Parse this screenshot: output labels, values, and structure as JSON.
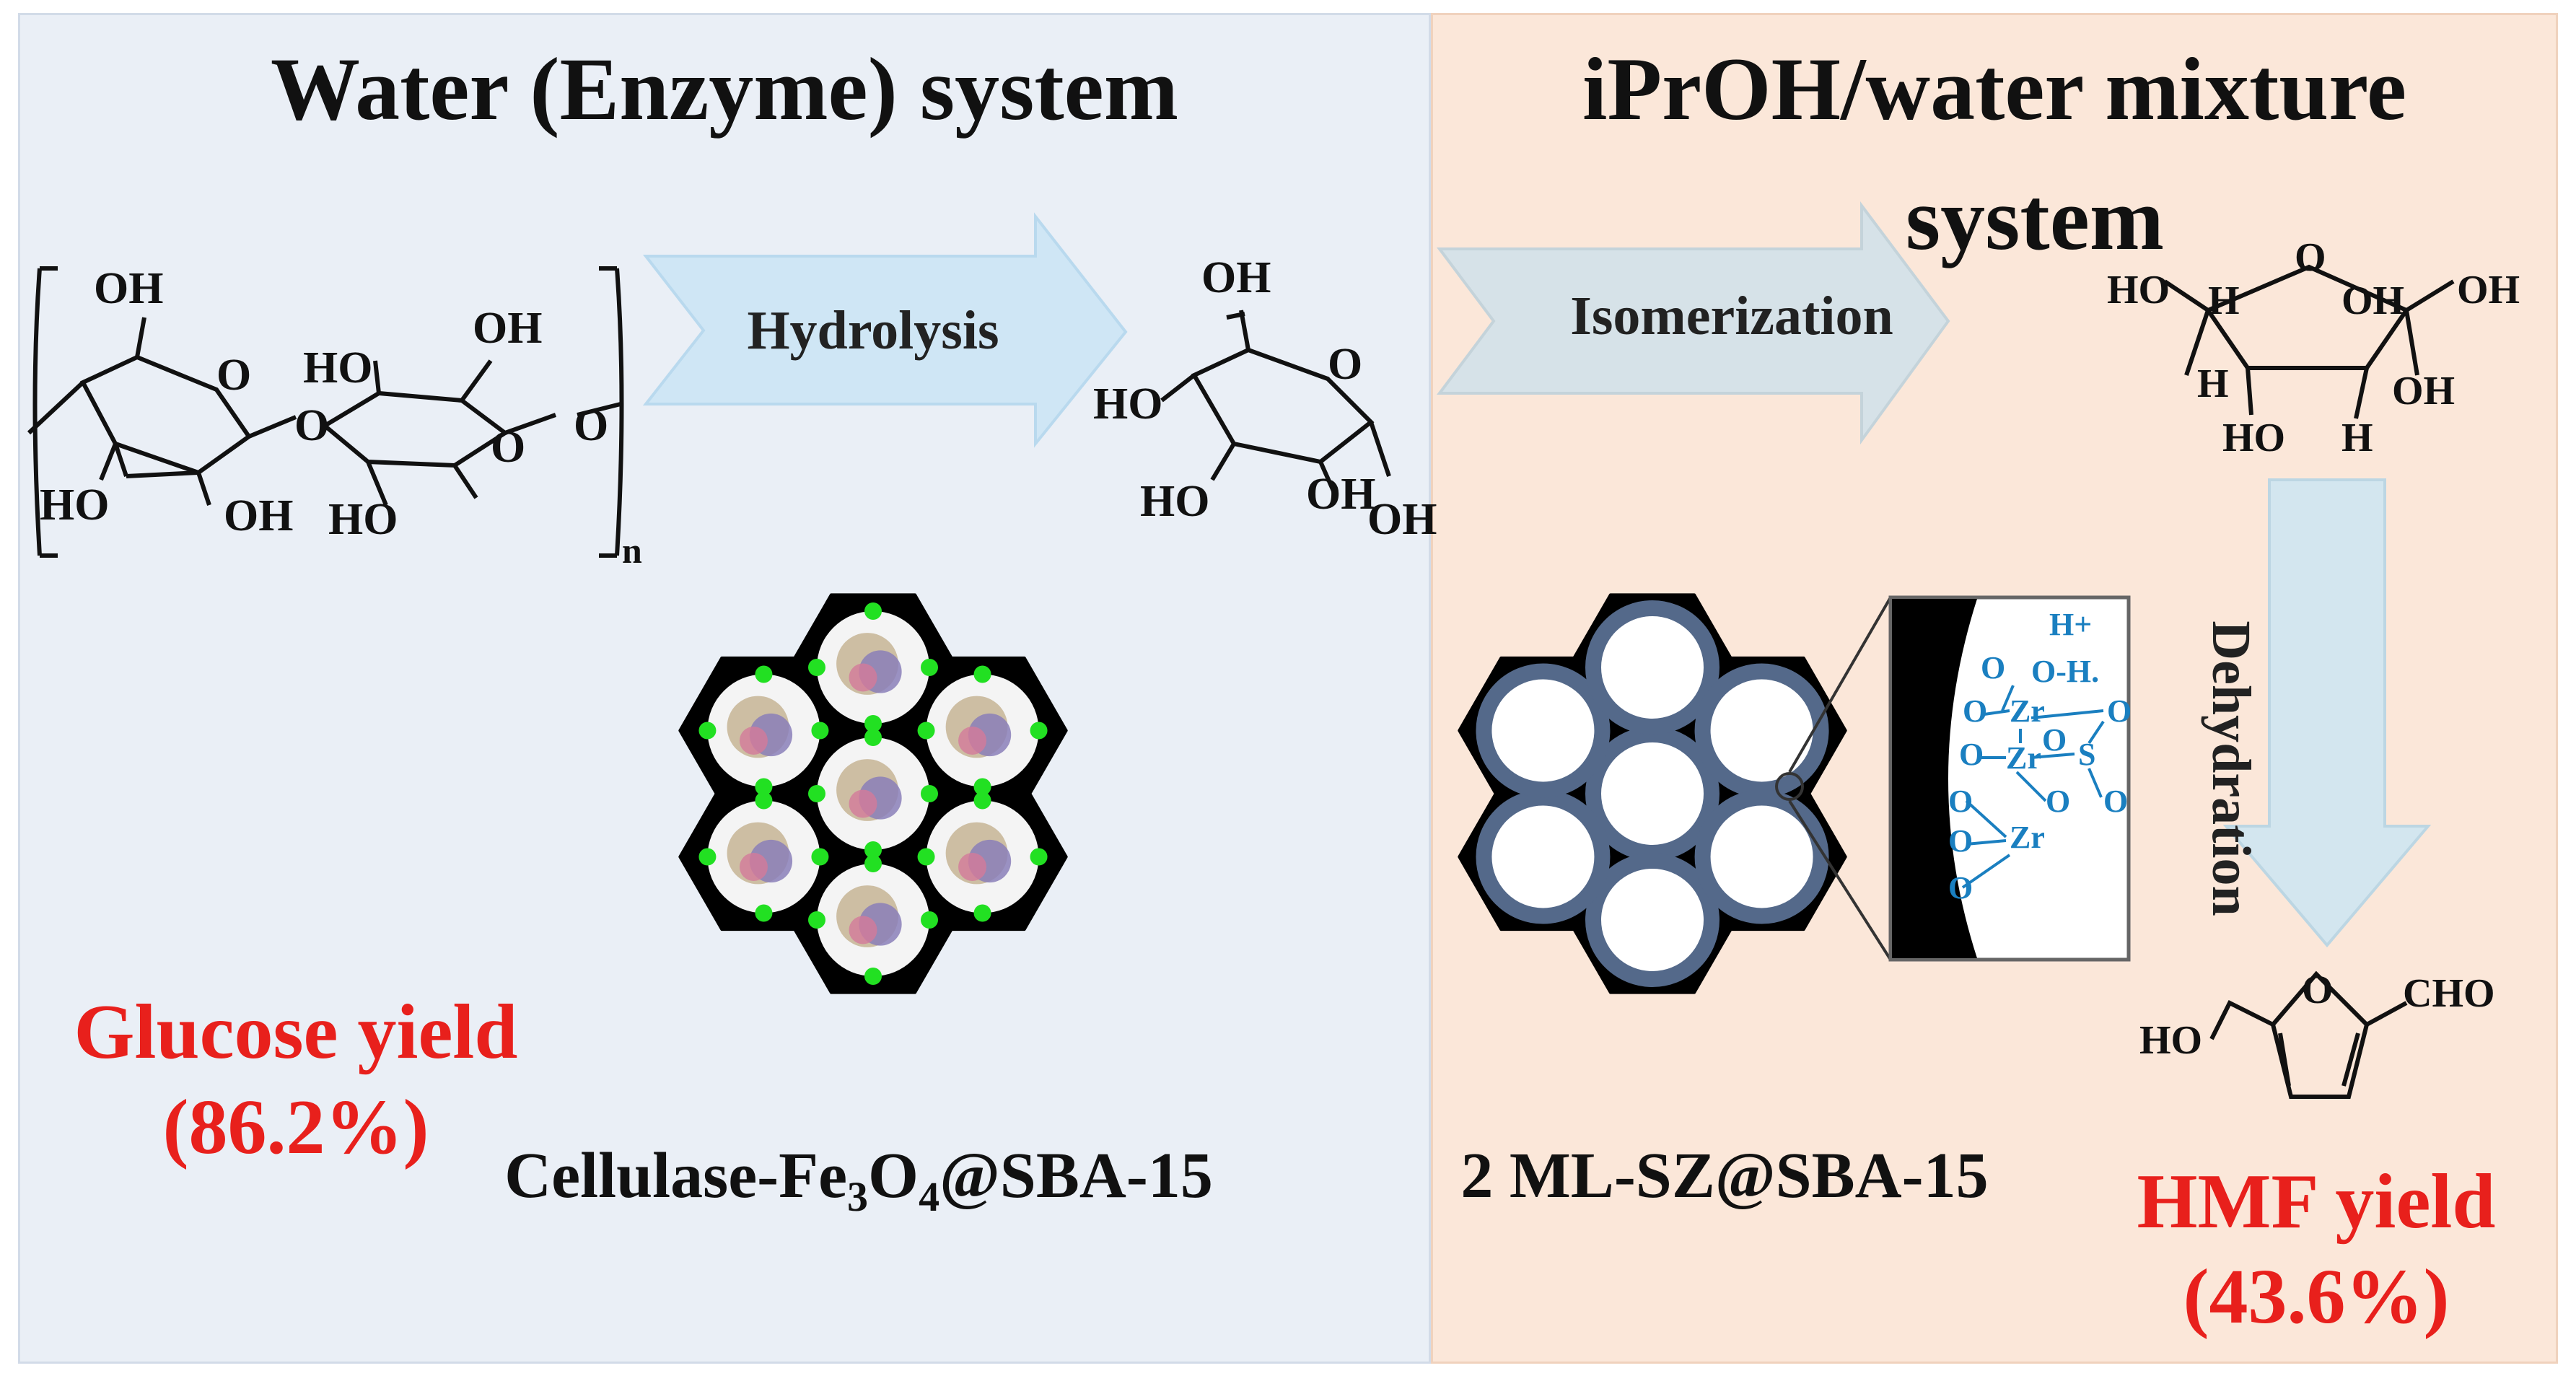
{
  "left_panel": {
    "title": "Water (Enzyme) system",
    "arrow_label": "Hydrolysis",
    "catalyst_caption_prefix": "Cellulase-Fe",
    "catalyst_caption_sub1": "3",
    "catalyst_caption_mid": "O",
    "catalyst_caption_sub2": "4",
    "catalyst_caption_suffix": "@SBA-15",
    "yield_label": "Glucose yield",
    "yield_value": "(86.2%)"
  },
  "right_panel": {
    "title_line1": "iPrOH/water mixture",
    "title_line2": "system",
    "arrow_label": "Isomerization",
    "dehydration_label": "Dehydration",
    "catalyst_caption": "2 ML-SZ@SBA-15",
    "yield_label": "HMF yield",
    "yield_value": "(43.6%)"
  },
  "molecule_labels": {
    "oh": "OH",
    "ho": "HO",
    "o": "O",
    "n": "n",
    "h": "H",
    "cho": "CHO",
    "zr": "Zr",
    "s": "S",
    "h_plus": "H+",
    "o_h_dot": "O-H."
  },
  "colors": {
    "left_bg": "#eaeff6",
    "right_bg": "#fbe7d9",
    "yield_red": "#e8201c",
    "arrow_blue": "#cfe6f5",
    "arrow_gray": "#d6e2e8",
    "pore_ring": "#54698a",
    "enzyme_dot": "#22e022",
    "zr_blue": "#1a7fc0"
  }
}
